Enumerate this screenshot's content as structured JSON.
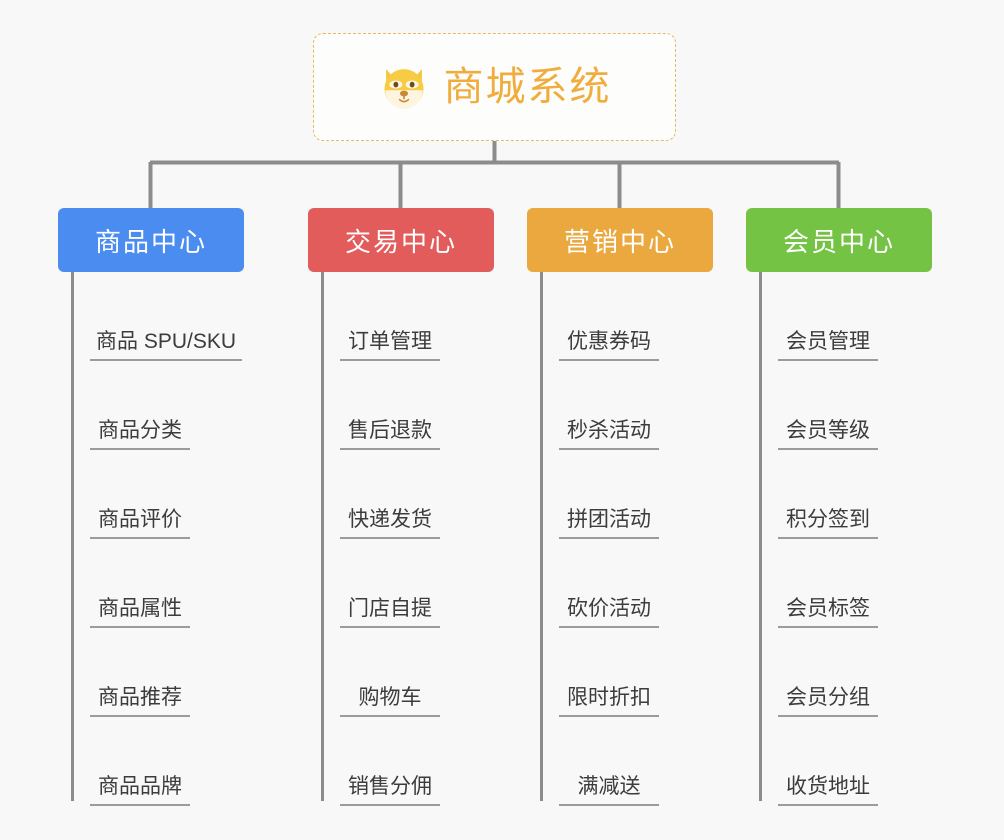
{
  "page": {
    "background_color": "#f8f8f8",
    "line_color": "#8c8c8c",
    "leaf_text_color": "#3c3c3c"
  },
  "root": {
    "title": "商城系统",
    "icon": "shiba-dog-face-emoji",
    "text_color": "#f0ad3e",
    "border_color": "#e8b863",
    "background": "#fdfdfc"
  },
  "columns": [
    {
      "header": "商品中心",
      "color": "#4a8cf0",
      "items": [
        "商品 SPU/SKU",
        "商品分类",
        "商品评价",
        "商品属性",
        "商品推荐",
        "商品品牌"
      ]
    },
    {
      "header": "交易中心",
      "color": "#e25c5c",
      "items": [
        "订单管理",
        "售后退款",
        "快递发货",
        "门店自提",
        "购物车",
        "销售分佣"
      ]
    },
    {
      "header": "营销中心",
      "color": "#eaa83e",
      "items": [
        "优惠券码",
        "秒杀活动",
        "拼团活动",
        "砍价活动",
        "限时折扣",
        "满减送"
      ]
    },
    {
      "header": "会员中心",
      "color": "#74c344",
      "items": [
        "会员管理",
        "会员等级",
        "积分签到",
        "会员标签",
        "会员分组",
        "收货地址"
      ]
    }
  ]
}
